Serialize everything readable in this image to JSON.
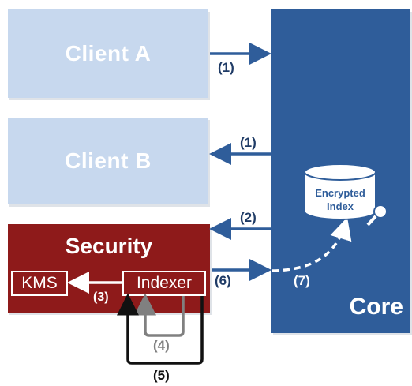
{
  "nodes": {
    "client_a": "Client A",
    "client_b": "Client B",
    "core": "Core",
    "security": "Security",
    "kms": "KMS",
    "indexer": "Indexer",
    "encrypted_index_line1": "Encrypted",
    "encrypted_index_line2": "Index"
  },
  "edges": {
    "client_a_to_core": "(1)",
    "core_to_client_b": "(1)",
    "core_to_security": "(2)",
    "indexer_to_kms": "(3)",
    "indexer_loop_inner": "(4)",
    "indexer_loop_outer": "(5)",
    "security_to_core": "(6)",
    "core_to_encrypted_index": "(7)"
  },
  "colors": {
    "client_fill": "#c7d8ee",
    "core_fill": "#2f5d9a",
    "security_fill": "#8e1a1a",
    "arrow_dark": "#2f5d9a",
    "loop_gray": "#808080",
    "loop_black": "#111111"
  }
}
